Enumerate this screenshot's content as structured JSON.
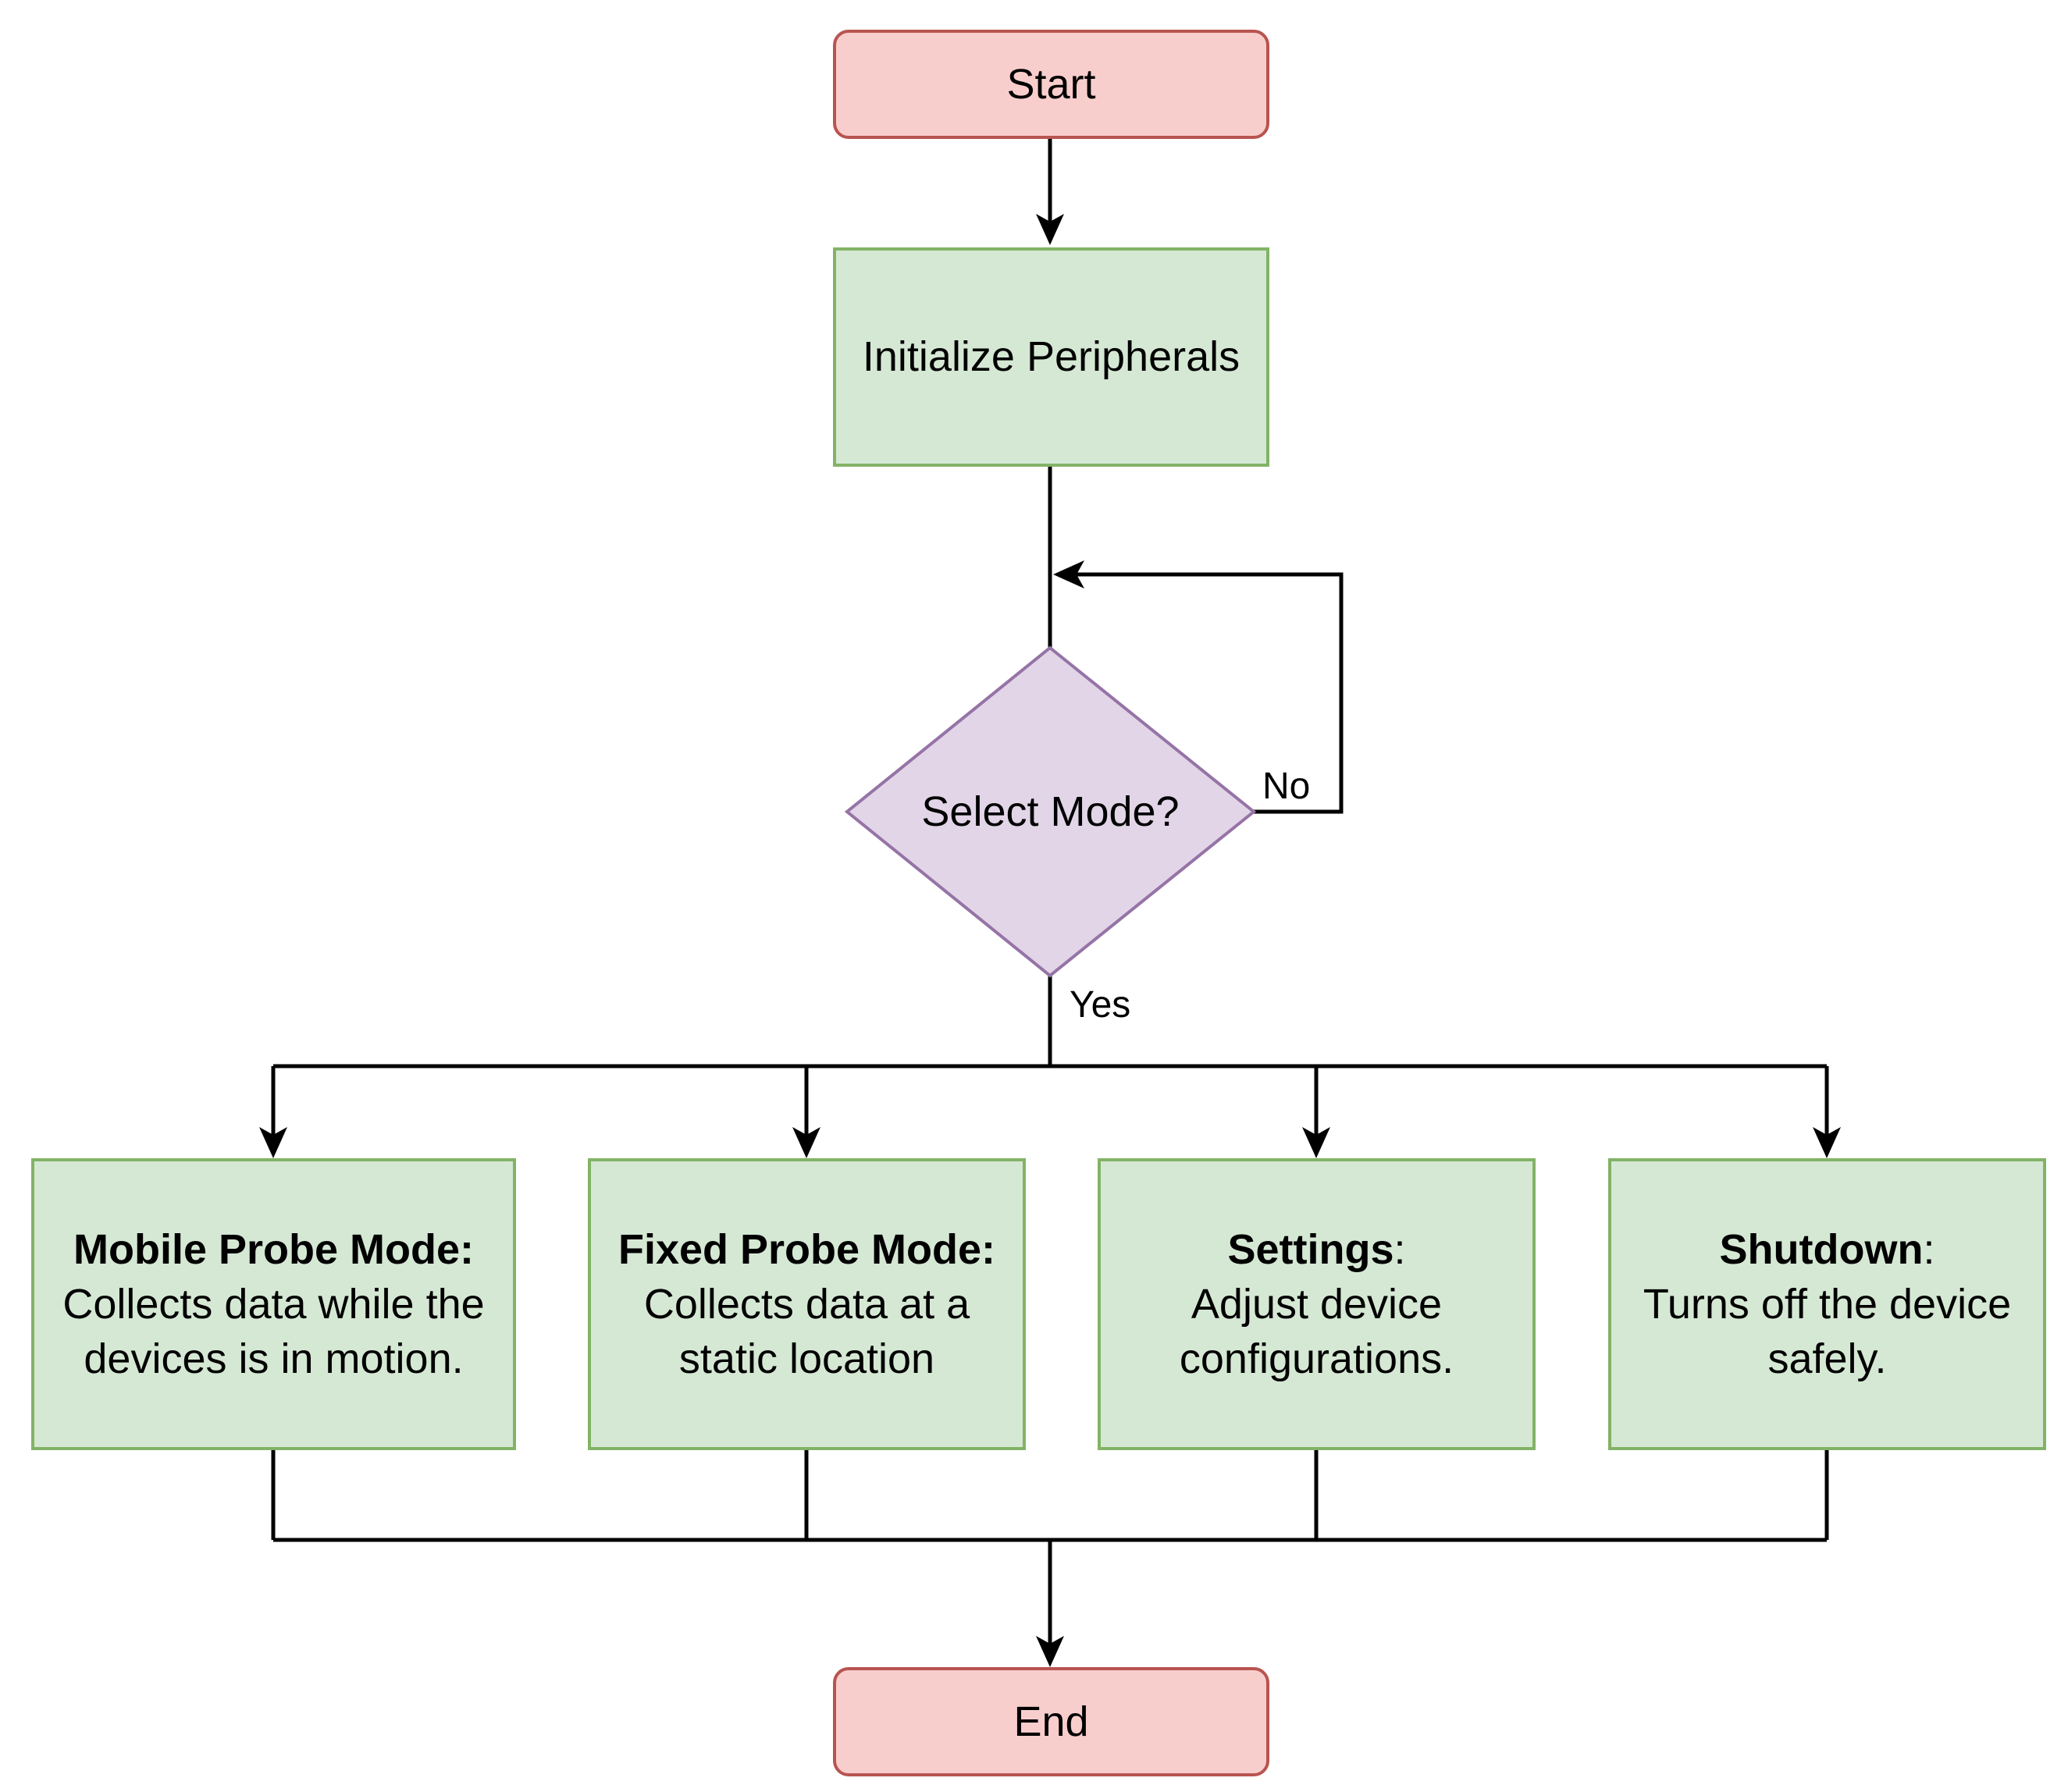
{
  "colors": {
    "terminal_fill": "#f8cecc",
    "terminal_border": "#b85450",
    "process_fill": "#d5e8d4",
    "process_border": "#82b366",
    "decision_fill": "#e1d5e7",
    "decision_border": "#9673a6",
    "edge": "#000000"
  },
  "nodes": {
    "start": {
      "label": "Start"
    },
    "init": {
      "label": "Initialize Peripherals"
    },
    "decision": {
      "label": "Select Mode?"
    },
    "mobile": {
      "title": "Mobile Probe Mode:",
      "line1": "Collects data while the",
      "line2": "devices is in motion."
    },
    "fixed": {
      "title": "Fixed Probe Mode:",
      "line1": "Collects data at a",
      "line2": "static location"
    },
    "settings": {
      "title": "Settings",
      "title_suffix": ":",
      "line1": "Adjust device",
      "line2": "configurations."
    },
    "shutdown": {
      "title": "Shutdown",
      "title_suffix": ":",
      "line1": "Turns off the device",
      "line2": "safely."
    },
    "end": {
      "label": "End"
    }
  },
  "edges": {
    "no_label": "No",
    "yes_label": "Yes"
  }
}
